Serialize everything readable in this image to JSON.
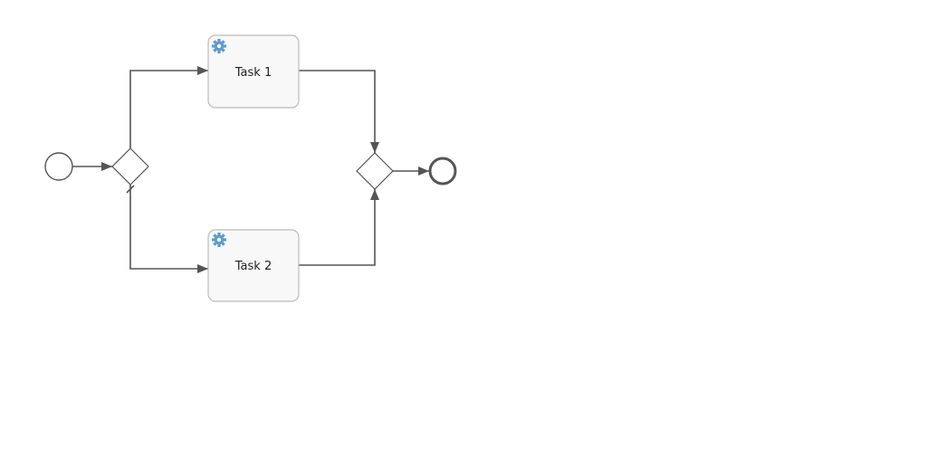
{
  "diagram": {
    "type": "bpmn-process",
    "colors": {
      "stroke": "#555555",
      "task_fill": "#f8f8f8",
      "task_border": "#bbbbbb",
      "service_icon": "#5b9bd1",
      "gateway_fill": "#ffffff"
    },
    "nodes": [
      {
        "id": "start",
        "kind": "start-event"
      },
      {
        "id": "split",
        "kind": "exclusive-gateway",
        "has_default_flow": true
      },
      {
        "id": "task1",
        "kind": "service-task",
        "label": "Task 1",
        "icon": "gear-icon"
      },
      {
        "id": "task2",
        "kind": "service-task",
        "label": "Task 2",
        "icon": "gear-icon"
      },
      {
        "id": "join",
        "kind": "exclusive-gateway"
      },
      {
        "id": "end",
        "kind": "end-event"
      }
    ],
    "flows": [
      {
        "from": "start",
        "to": "split"
      },
      {
        "from": "split",
        "to": "task1"
      },
      {
        "from": "split",
        "to": "task2",
        "default": true
      },
      {
        "from": "task1",
        "to": "join"
      },
      {
        "from": "task2",
        "to": "join"
      },
      {
        "from": "join",
        "to": "end"
      }
    ]
  }
}
